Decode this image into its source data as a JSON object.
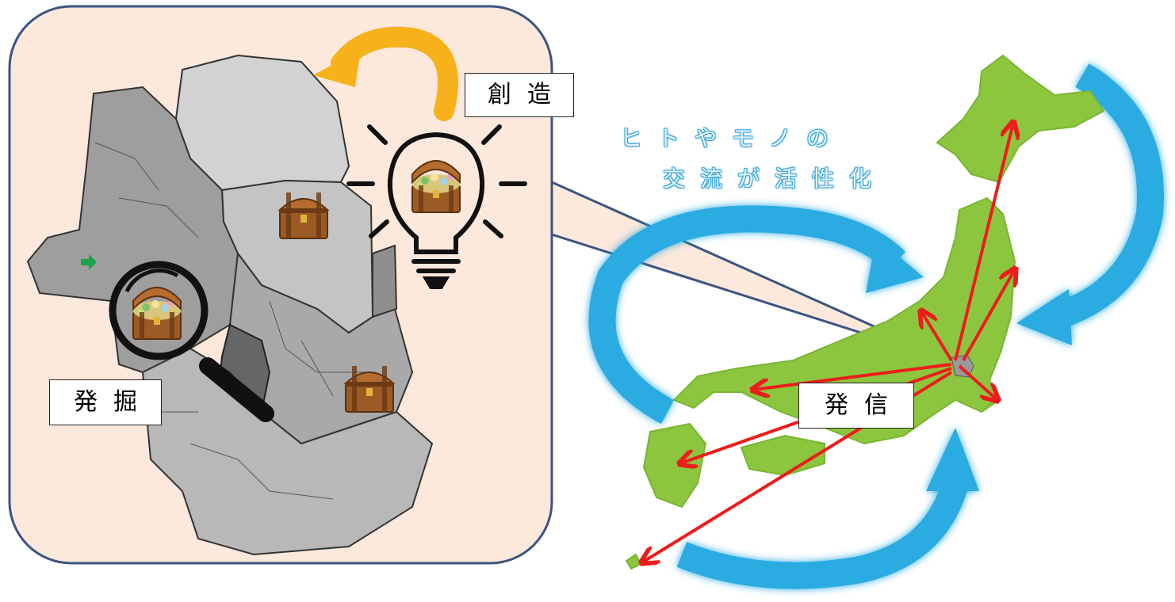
{
  "labels": {
    "create": "創造",
    "discover": "発掘",
    "send": "発信"
  },
  "slogan": {
    "line1": "ヒトやモノの",
    "line2": "交流が活性化"
  },
  "colors": {
    "panel_bg": "#fde8dc",
    "panel_border": "#3a5580",
    "map_light": "#cfcfcf",
    "map_mid": "#a6a6a6",
    "map_dark": "#6e6e6e",
    "japan_green": "#8cc63f",
    "flow_blue": "#29abe2",
    "arrow_red": "#ee1c1c",
    "loop_yellow": "#f7b21b",
    "chest_brown": "#9c5a25"
  },
  "icons": [
    "treasure-chest-icon",
    "magnifier-icon",
    "lightbulb-icon",
    "curved-arrow-icon",
    "location-arrow-icon"
  ]
}
